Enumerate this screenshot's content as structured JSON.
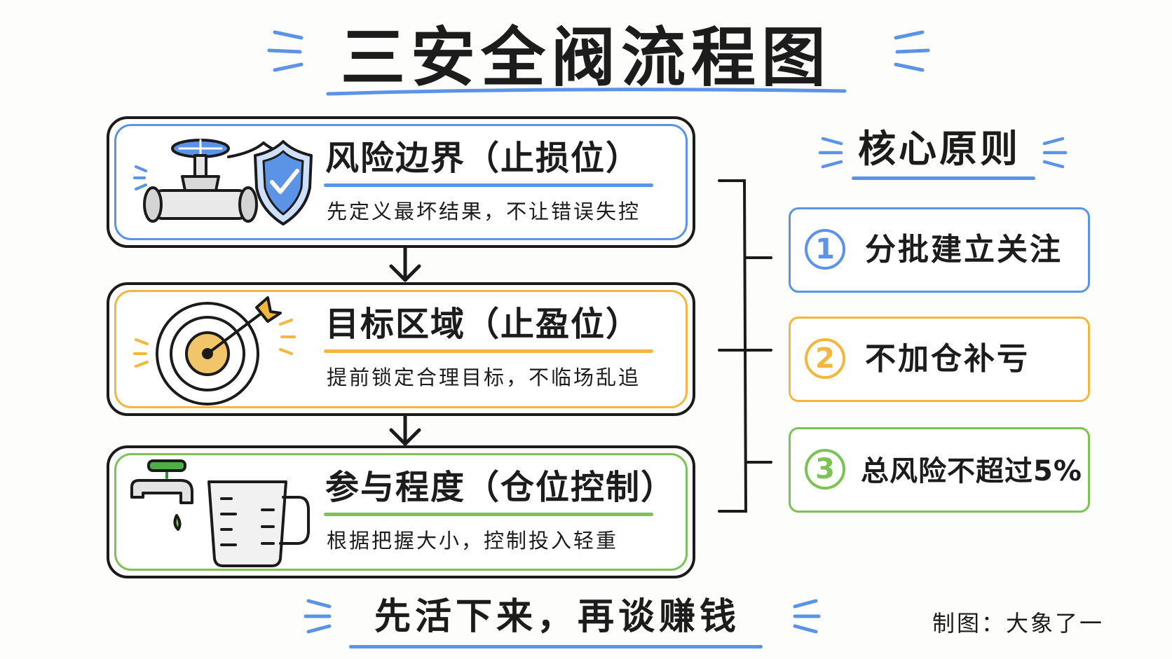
{
  "title": "三安全阀流程图",
  "cards": [
    {
      "title": "风险边界（止损位）",
      "subtitle": "先定义最坏结果，不让错误失控",
      "accent": "#5b93e6",
      "icon": "valve-and-shield-icon"
    },
    {
      "title": "目标区域（止盈位）",
      "subtitle": "提前锁定合理目标，不临场乱追",
      "accent": "#f3b73f",
      "icon": "target-arrow-icon"
    },
    {
      "title": "参与程度（仓位控制）",
      "subtitle": "根据把握大小，控制投入轻重",
      "accent": "#7cc255",
      "icon": "faucet-and-measuring-cup-icon"
    }
  ],
  "principles": {
    "heading": "核心原则",
    "items": [
      {
        "number": "1",
        "text": "分批建立关注",
        "accent": "#5b93e6"
      },
      {
        "number": "2",
        "text": "不加仓补亏",
        "accent": "#f3b73f"
      },
      {
        "number": "3",
        "text": "总风险不超过5%",
        "accent": "#7cc255"
      }
    ]
  },
  "footer": "先活下来，再谈赚钱",
  "credit": "制图：大象了一",
  "colors": {
    "ink": "#1b1b1b",
    "blue": "#5b93e6",
    "orange": "#f3b73f",
    "green": "#7cc255"
  }
}
